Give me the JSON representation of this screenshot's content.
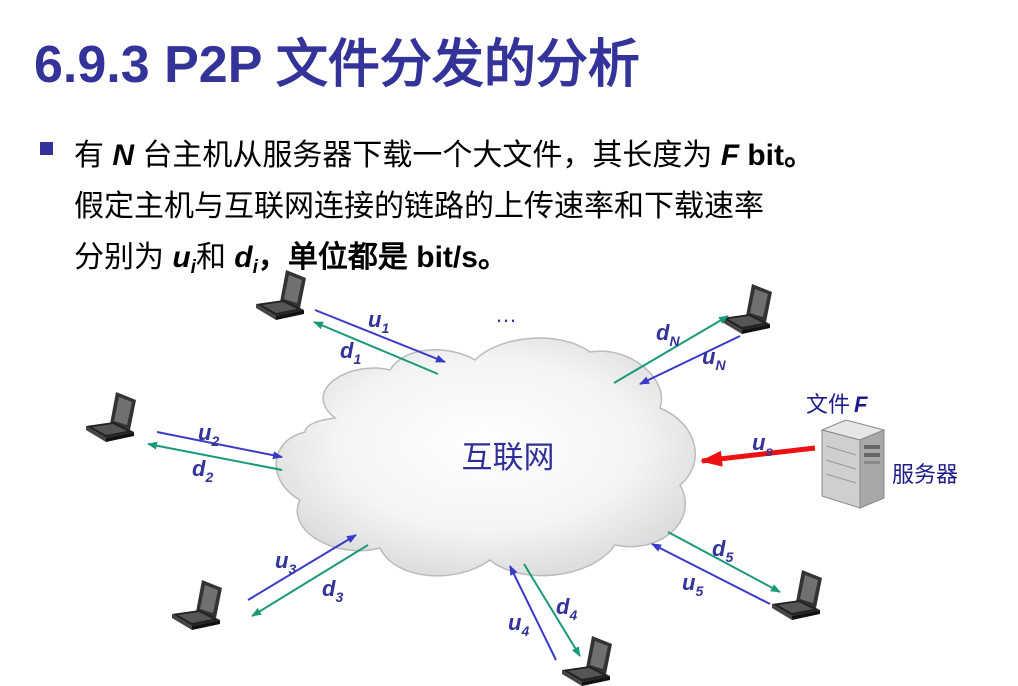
{
  "slide": {
    "title": "6.9.3  P2P 文件分发的分析",
    "bullet": {
      "p1": "有 ",
      "n": "N",
      "p2": " 台主机从服务器下载一个大文件，其长度为 ",
      "f": "F",
      "p3": " bit。",
      "line2": "假定主机与互联网连接的链路的上传速率和下载速率",
      "p4": "分别为 ",
      "u": "u",
      "u_sub": "i",
      "p5": "和 ",
      "d": "d",
      "d_sub": "i",
      "p6": "，单位都是 bit/s。"
    }
  },
  "diagram": {
    "cloud_label": "互联网",
    "ellipsis": "…",
    "file_label": "文件",
    "file_var": "F",
    "server_label": "服务器",
    "links": [
      {
        "u": "u",
        "u_sub": "1",
        "d": "d",
        "d_sub": "1"
      },
      {
        "u": "u",
        "u_sub": "2",
        "d": "d",
        "d_sub": "2"
      },
      {
        "u": "u",
        "u_sub": "3",
        "d": "d",
        "d_sub": "3"
      },
      {
        "u": "u",
        "u_sub": "4",
        "d": "d",
        "d_sub": "4"
      },
      {
        "u": "u",
        "u_sub": "5",
        "d": "d",
        "d_sub": "5"
      },
      {
        "u": "u",
        "u_sub": "N",
        "d": "d",
        "d_sub": "N"
      }
    ],
    "server_link": {
      "u": "u",
      "u_sub": "s"
    },
    "colors": {
      "upload": "#3a3ac8",
      "download": "#1a9a78",
      "server": "#ee1111",
      "text": "#333399"
    }
  }
}
